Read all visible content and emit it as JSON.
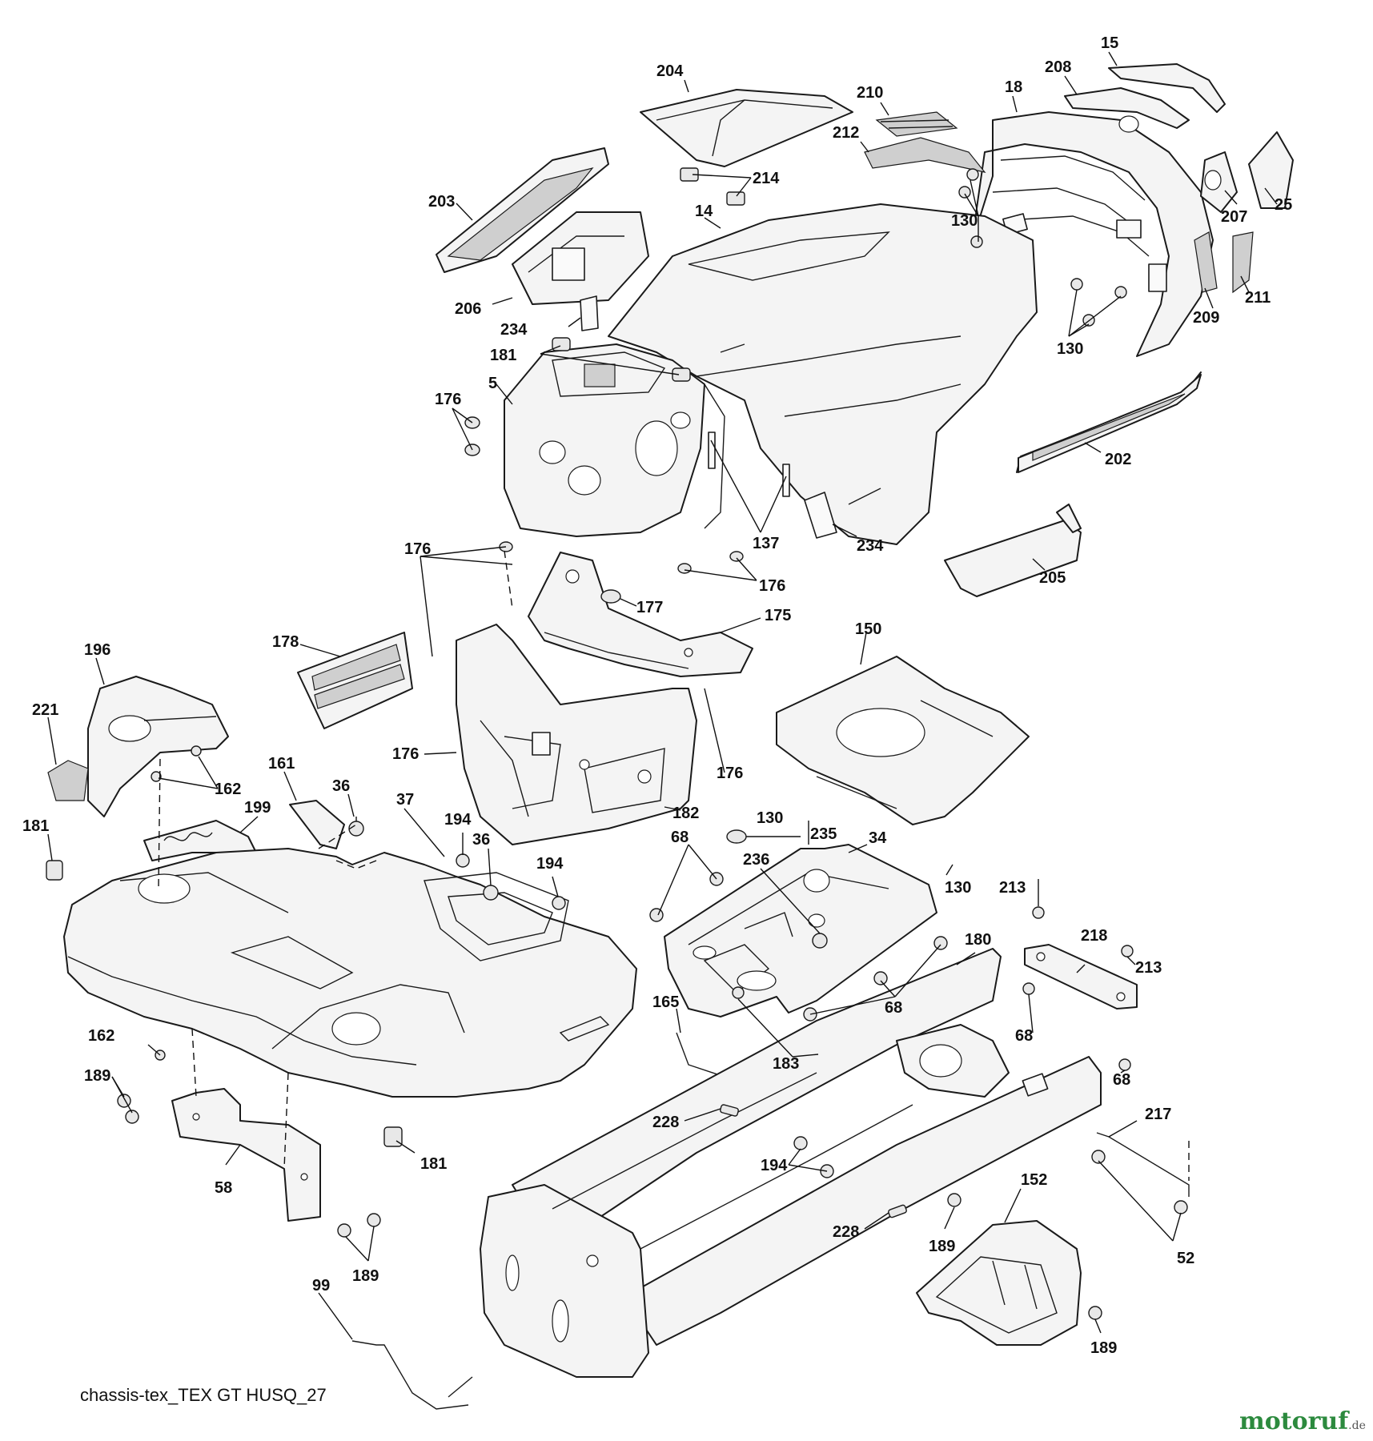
{
  "caption": "chassis-tex_TEX GT HUSQ_27",
  "brand": {
    "name": "motoruf",
    "tld": ".de",
    "color": "#2c8a3e"
  },
  "callouts": [
    {
      "id": "c15",
      "text": "15"
    },
    {
      "id": "c204",
      "text": "204"
    },
    {
      "id": "c208",
      "text": "208"
    },
    {
      "id": "c18",
      "text": "18"
    },
    {
      "id": "c210",
      "text": "210"
    },
    {
      "id": "c212",
      "text": "212"
    },
    {
      "id": "c214",
      "text": "214"
    },
    {
      "id": "c203",
      "text": "203"
    },
    {
      "id": "c14",
      "text": "14"
    },
    {
      "id": "c25",
      "text": "25"
    },
    {
      "id": "c207",
      "text": "207"
    },
    {
      "id": "c130a",
      "text": "130"
    },
    {
      "id": "c211",
      "text": "211"
    },
    {
      "id": "c209",
      "text": "209"
    },
    {
      "id": "c206",
      "text": "206"
    },
    {
      "id": "c234a",
      "text": "234"
    },
    {
      "id": "c181a",
      "text": "181"
    },
    {
      "id": "c130b",
      "text": "130"
    },
    {
      "id": "c5",
      "text": "5"
    },
    {
      "id": "c176a",
      "text": "176"
    },
    {
      "id": "c202",
      "text": "202"
    },
    {
      "id": "c137",
      "text": "137"
    },
    {
      "id": "c234b",
      "text": "234"
    },
    {
      "id": "c176b",
      "text": "176"
    },
    {
      "id": "c205",
      "text": "205"
    },
    {
      "id": "c176c",
      "text": "176"
    },
    {
      "id": "c177",
      "text": "177"
    },
    {
      "id": "c175",
      "text": "175"
    },
    {
      "id": "c150",
      "text": "150"
    },
    {
      "id": "c178",
      "text": "178"
    },
    {
      "id": "c196",
      "text": "196"
    },
    {
      "id": "c221",
      "text": "221"
    },
    {
      "id": "c176d",
      "text": "176"
    },
    {
      "id": "c176e",
      "text": "176"
    },
    {
      "id": "c161",
      "text": "161"
    },
    {
      "id": "c36a",
      "text": "36"
    },
    {
      "id": "c162a",
      "text": "162"
    },
    {
      "id": "c199",
      "text": "199"
    },
    {
      "id": "c37",
      "text": "37"
    },
    {
      "id": "c182",
      "text": "182"
    },
    {
      "id": "c130c",
      "text": "130"
    },
    {
      "id": "c181b",
      "text": "181"
    },
    {
      "id": "c194a",
      "text": "194"
    },
    {
      "id": "c36b",
      "text": "36"
    },
    {
      "id": "c194b",
      "text": "194"
    },
    {
      "id": "c68a",
      "text": "68"
    },
    {
      "id": "c235",
      "text": "235"
    },
    {
      "id": "c34",
      "text": "34"
    },
    {
      "id": "c236",
      "text": "236"
    },
    {
      "id": "c130d",
      "text": "130"
    },
    {
      "id": "c213a",
      "text": "213"
    },
    {
      "id": "c180",
      "text": "180"
    },
    {
      "id": "c218",
      "text": "218"
    },
    {
      "id": "c213b",
      "text": "213"
    },
    {
      "id": "c165",
      "text": "165"
    },
    {
      "id": "c68b",
      "text": "68"
    },
    {
      "id": "c68c",
      "text": "68"
    },
    {
      "id": "c162b",
      "text": "162"
    },
    {
      "id": "c183",
      "text": "183"
    },
    {
      "id": "c68d",
      "text": "68"
    },
    {
      "id": "c189a",
      "text": "189"
    },
    {
      "id": "c228a",
      "text": "228"
    },
    {
      "id": "c217",
      "text": "217"
    },
    {
      "id": "c181c",
      "text": "181"
    },
    {
      "id": "c194c",
      "text": "194"
    },
    {
      "id": "c58",
      "text": "58"
    },
    {
      "id": "c152",
      "text": "152"
    },
    {
      "id": "c52",
      "text": "52"
    },
    {
      "id": "c228b",
      "text": "228"
    },
    {
      "id": "c189b",
      "text": "189"
    },
    {
      "id": "c189c",
      "text": "189"
    },
    {
      "id": "c99",
      "text": "99"
    },
    {
      "id": "c189d",
      "text": "189"
    }
  ]
}
